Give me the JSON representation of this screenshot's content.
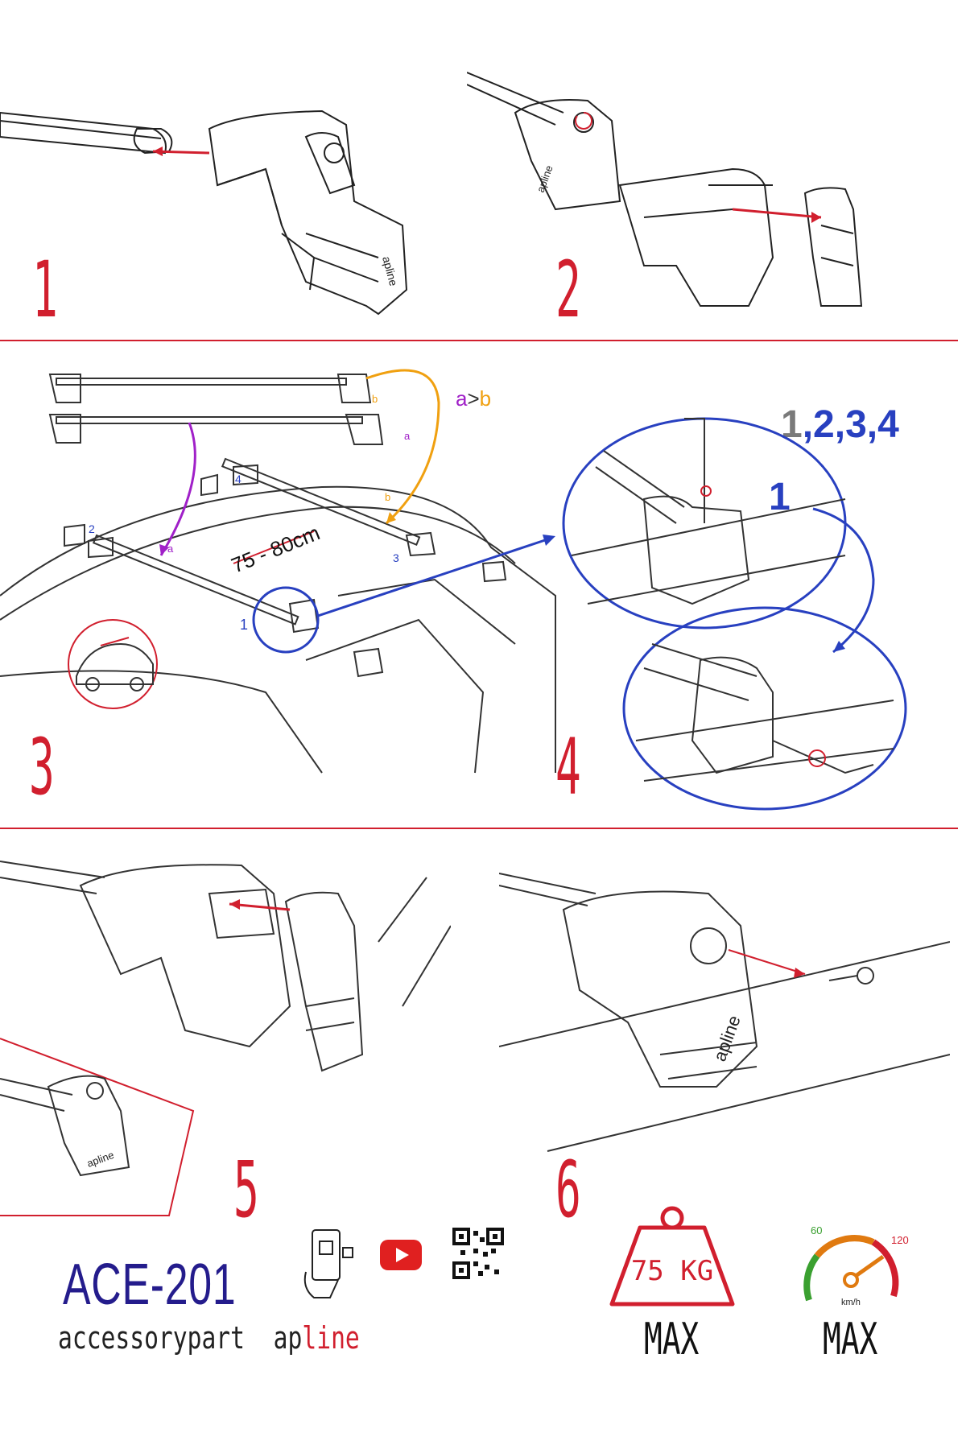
{
  "steps": [
    "1",
    "2",
    "3",
    "4",
    "5",
    "6"
  ],
  "distance_label": "75 - 80cm",
  "order_rule": {
    "left": "a",
    "symbol": ">",
    "right": "b"
  },
  "sequence": {
    "first": "1",
    "rest": ",2,3,4"
  },
  "detail_number": "1",
  "bar_labels": {
    "a": "a",
    "b": "b"
  },
  "foot_labels": [
    "1",
    "2",
    "3",
    "4"
  ],
  "arrow_labels": {
    "a": "a",
    "b": "b"
  },
  "product": {
    "model": "ACE-201",
    "tagline_main": "accessorypart",
    "tagline_accent": "line",
    "tagline_brand": "ap"
  },
  "load": {
    "weight": "75 KG",
    "weight_label": "MAX"
  },
  "speed": {
    "min": "60",
    "max": "120",
    "unit": "km/h",
    "label": "MAX"
  },
  "foot_brand": "apline",
  "colors": {
    "red": "#d11f2e",
    "blue": "#2840c0",
    "purple": "#a020c8",
    "orange": "#f0a010",
    "gray": "#7a7a7a",
    "navy": "#241c8c"
  },
  "icons": [
    "phone-scan-icon",
    "youtube-icon",
    "qr-code-icon",
    "weight-icon",
    "speedometer-icon"
  ]
}
